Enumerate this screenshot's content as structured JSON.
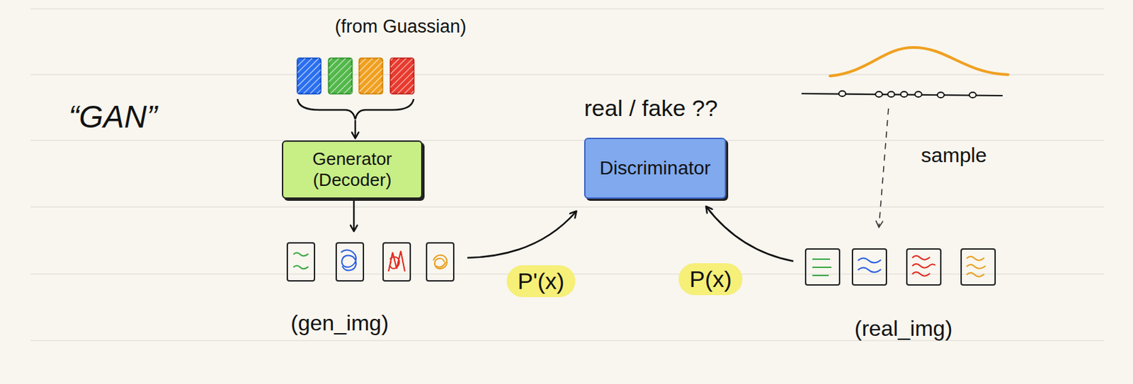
{
  "diagram": {
    "title": "“GAN”",
    "nodes": [
      {
        "text": [
          "Generator (Decoder)"
        ]
      },
      {
        "text": [
          "Discriminator"
        ]
      }
    ],
    "labels": [
      "(from Guassian)",
      "real / fake ??",
      "sample",
      "(gen_img)",
      "P'(x)",
      "P(x)",
      "(real_img)"
    ]
  }
}
